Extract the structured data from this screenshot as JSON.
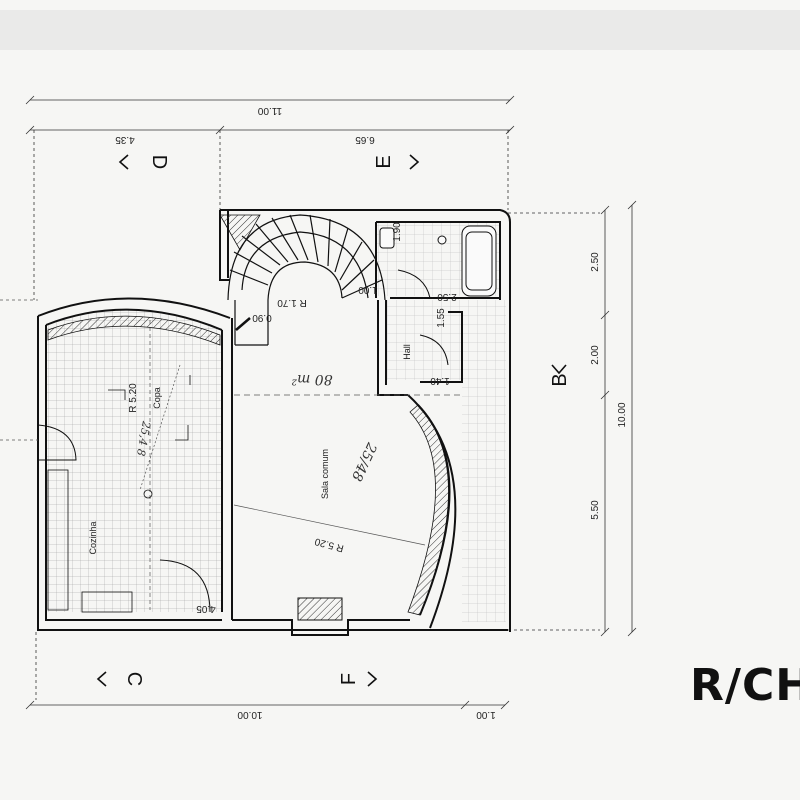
{
  "dimensions": {
    "top_total": "11.00",
    "top_left": "4.35",
    "top_right": "6.65",
    "right_total": "10.00",
    "right_top": "2.50",
    "right_mid": "2.00",
    "right_bottom": "5.50",
    "bottom_total": "10.00",
    "bottom_small": "1.00",
    "bath_w": "1.90",
    "bath_d": "2.50",
    "hall_w": "1.55",
    "hall_d": "1.40",
    "kitchen_w": "4.05",
    "stair_r": "R 1.70",
    "stair_small": "0.90",
    "stair_top": "1.00"
  },
  "axes": {
    "d": "D",
    "e": "E",
    "b": "B",
    "c": "C",
    "f": "F"
  },
  "rooms": {
    "kitchen": "Cozinha",
    "pantry": "Copa",
    "pantry_r": "R 5.20",
    "living": "Sala comum",
    "living_r": "R 5.20",
    "hall": "Hall"
  },
  "handwriting": {
    "area1": "80 m²",
    "area2": "25,4 8",
    "note": "25/48"
  },
  "stamp": "R/CH"
}
